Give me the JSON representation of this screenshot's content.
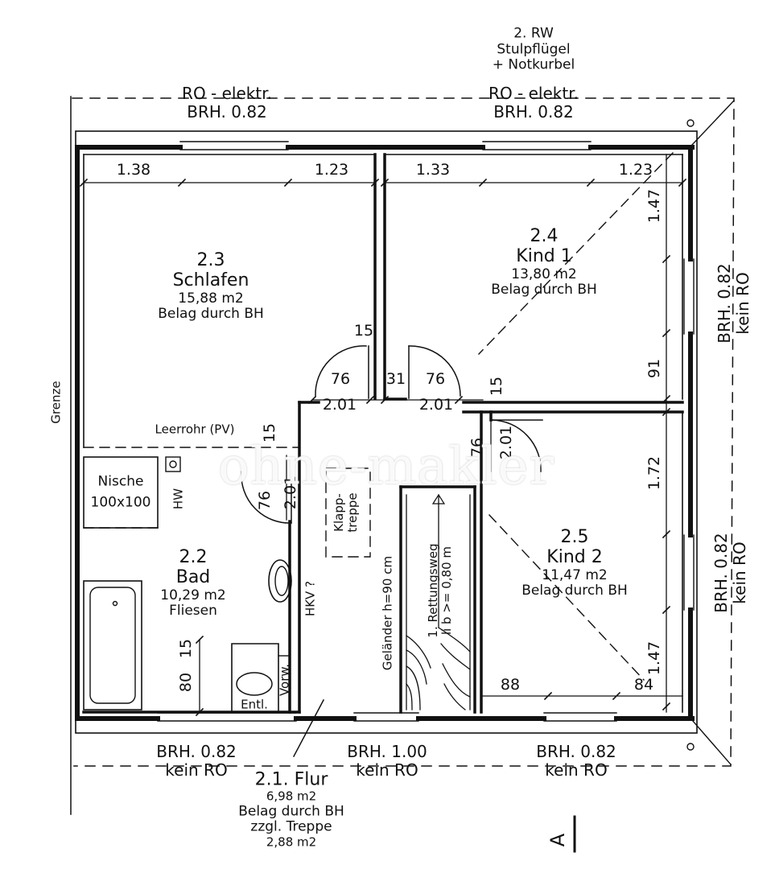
{
  "top": {
    "window_note": [
      "2. RW",
      "Stulpflügel",
      "+ Notkurbel"
    ],
    "left_window": [
      "RO - elektr.",
      "BRH. 0.82"
    ],
    "right_window": [
      "RO - elektr.",
      "BRH. 0.82"
    ]
  },
  "right": {
    "upper": [
      "BRH. 0.82",
      "kein RO"
    ],
    "lower": [
      "BRH. 0.82",
      "kein RO"
    ]
  },
  "bottom": {
    "left": [
      "BRH. 0.82",
      "kein RO"
    ],
    "mid": [
      "BRH. 1.00",
      "kein RO"
    ],
    "right": [
      "BRH. 0.82",
      "kein RO"
    ]
  },
  "grenze": "Grenze",
  "rooms": {
    "schlafen": [
      "2.3",
      "Schlafen",
      "15,88 m2",
      "Belag durch BH"
    ],
    "kind1": [
      "2.4",
      "Kind 1",
      "13,80 m2",
      "Belag durch BH"
    ],
    "kind2": [
      "2.5",
      "Kind 2",
      "11,47 m2",
      "Belag durch BH"
    ],
    "bad": [
      "2.2",
      "Bad",
      "10,29 m2",
      "Fliesen"
    ],
    "flur": [
      "2.1. Flur",
      "6,98 m2",
      "Belag durch BH",
      "zzgl. Treppe",
      "2,88 m2"
    ]
  },
  "nische": [
    "Nische",
    "100x100"
  ],
  "labels": {
    "leerrohr": "Leerrohr (PV)",
    "hw": "HW",
    "hkv": "HKV ?",
    "klapptreppe": [
      "Klapp-",
      "treppe"
    ],
    "gelaender": "Geländer h=90 cm",
    "rettung": [
      "1. Rettungsweg",
      "li b >= 0,80 m"
    ],
    "vorw": "Vorw.",
    "entl": "Entl."
  },
  "dims": {
    "d138": "1.38",
    "d123a": "1.23",
    "d133": "1.33",
    "d123b": "1.23",
    "d147a": "1.47",
    "d91": "91",
    "d172": "1.72",
    "d147b": "1.47",
    "d15a": "15",
    "d76a": "76",
    "d31": "31",
    "d76b": "76",
    "d15b": "15",
    "d201a": "2.01",
    "d201b": "2.01",
    "d201c": "2.01",
    "d201d": "2.01",
    "d15c": "15",
    "d76c": "76",
    "d76d": "76",
    "d15d": "15",
    "d80": "80",
    "d88": "88",
    "d84": "84"
  },
  "section_marker": "A",
  "watermark": "ohne-makler"
}
